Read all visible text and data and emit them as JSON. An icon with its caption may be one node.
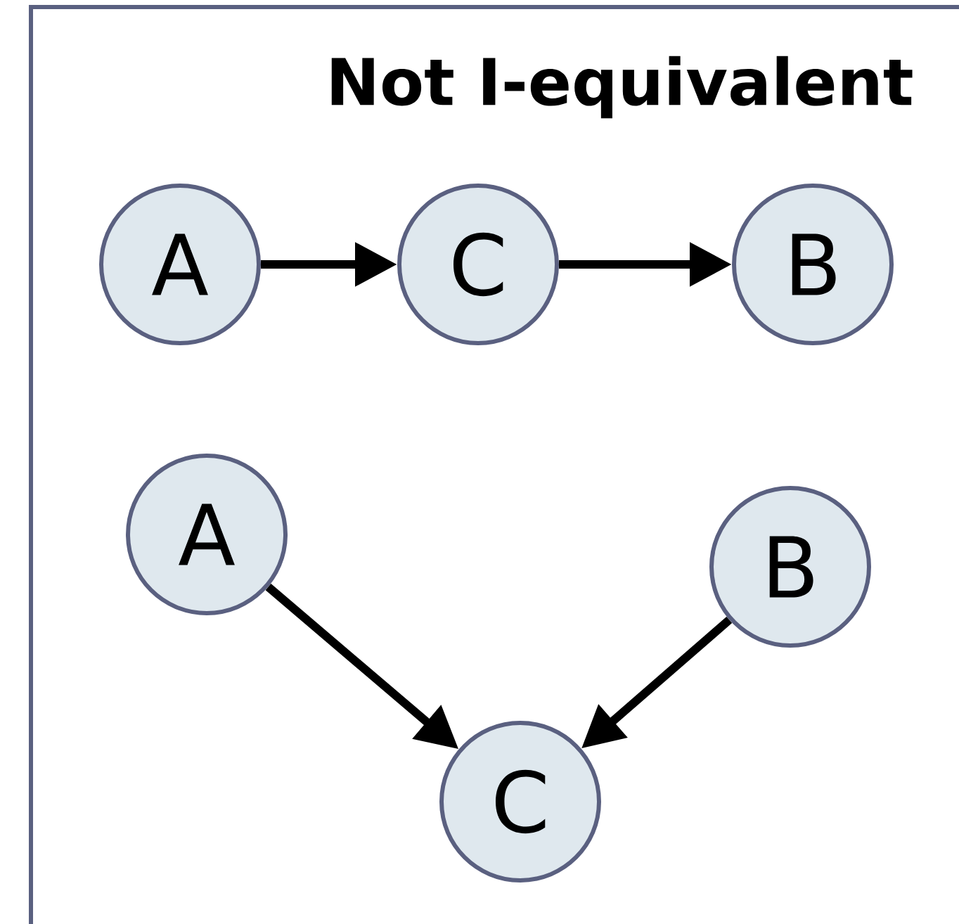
{
  "diagram": {
    "title": "Not I-equivalent",
    "nodes": [
      {
        "text": [
          "A"
        ]
      },
      {
        "text": [
          "C"
        ]
      },
      {
        "text": [
          "B"
        ]
      },
      {
        "text": [
          "A"
        ]
      },
      {
        "text": [
          "B"
        ]
      },
      {
        "text": [
          "C"
        ]
      }
    ],
    "edges": [
      {
        "from": 0,
        "to": 1,
        "arrow": "to"
      },
      {
        "from": 1,
        "to": 2,
        "arrow": "to"
      },
      {
        "from": 3,
        "to": 5,
        "arrow": "to"
      },
      {
        "from": 4,
        "to": 5,
        "arrow": "to"
      }
    ]
  }
}
